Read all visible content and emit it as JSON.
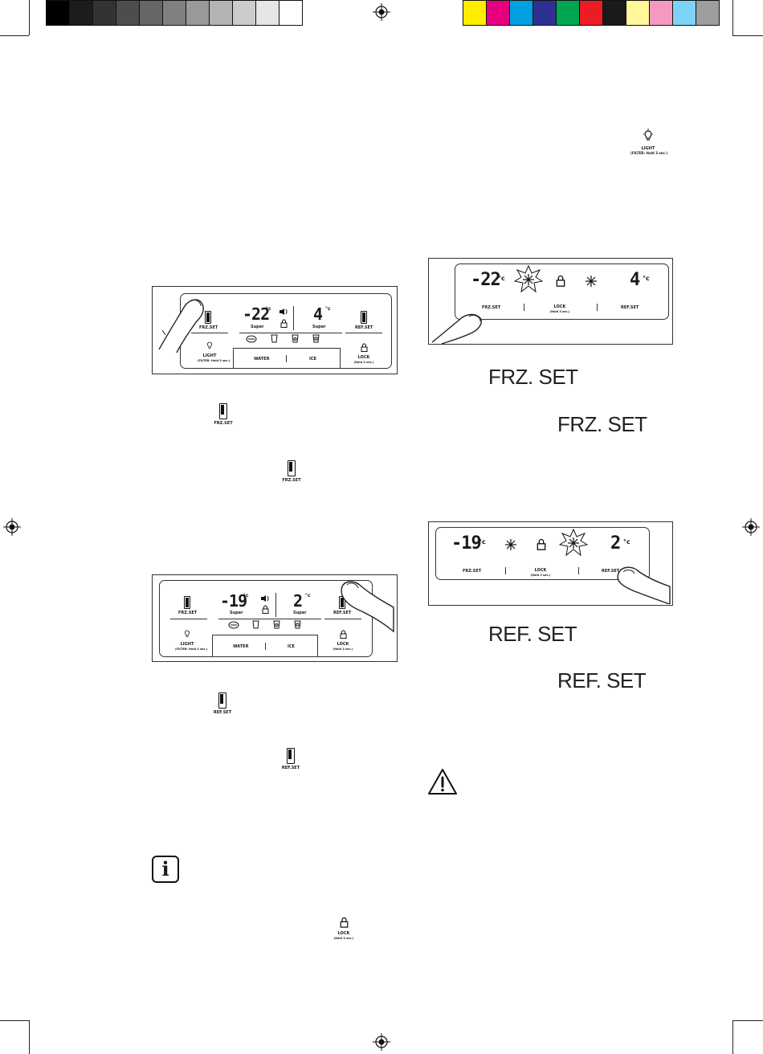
{
  "colors": {
    "gray_ramp": [
      "#000000",
      "#1c1c1c",
      "#333333",
      "#4d4d4d",
      "#666666",
      "#808080",
      "#999999",
      "#b3b3b3",
      "#cccccc",
      "#e6e6e6",
      "#ffffff"
    ],
    "cmyk_bar": [
      "#ffec00",
      "#e6007e",
      "#00a0e3",
      "#2e3092",
      "#00a651",
      "#ed1c24",
      "#1a1a1a",
      "#fff799",
      "#f49ac2",
      "#7dd3f7",
      "#9e9e9e"
    ]
  },
  "top_right_icon": {
    "icon": "light-bulb-icon",
    "label": "LIGHT",
    "sublabel": "(FILTER: Hold 3 sec.)"
  },
  "panel1": {
    "btn_frz": "FRZ.SET",
    "btn_ref": "REF.SET",
    "frz_temp": "-22",
    "ref_temp": "4",
    "unit": "°c",
    "super_left": "Super",
    "super_right": "Super",
    "light": "LIGHT",
    "light_sub": "(FILTER: Hold 3 sec.)",
    "water": "WATER",
    "ice": "ICE",
    "lock": "LOCK",
    "lock_sub": "(Hold 3 sec.)"
  },
  "panel2": {
    "frz_temp": "-22",
    "ref_temp": "4",
    "unit": "°c",
    "frz_set": "FRZ.SET",
    "lock": "LOCK",
    "lock_sub": "(Hold 3 sec.)",
    "ref_set": "REF.SET"
  },
  "panel3": {
    "btn_frz": "FRZ.SET",
    "btn_ref": "REF.SET",
    "frz_temp": "-19",
    "ref_temp": "2",
    "unit": "°c",
    "super_left": "Super",
    "super_right": "Super",
    "light": "LIGHT",
    "light_sub": "(FILTER: Hold 3 sec.)",
    "water": "WATER",
    "ice": "ICE",
    "lock": "LOCK",
    "lock_sub": "(Hold 3 sec.)"
  },
  "panel4": {
    "frz_temp": "-19",
    "ref_temp": "2",
    "unit": "°c",
    "frz_set": "FRZ.SET",
    "lock": "LOCK",
    "lock_sub": "(Hold 3 sec.)",
    "ref_set": "REF.SET"
  },
  "inline_icons": {
    "frz_set_1": "FRZ.SET",
    "frz_set_2": "FRZ.SET",
    "ref_set_1": "REF.SET",
    "ref_set_2": "REF.SET",
    "lock": "LOCK",
    "lock_sub": "(Hold 3 sec.)"
  },
  "big_labels": {
    "frz_1": "FRZ. SET",
    "frz_2": "FRZ. SET",
    "ref_1": "REF. SET",
    "ref_2": "REF. SET"
  },
  "info_icon": "i"
}
